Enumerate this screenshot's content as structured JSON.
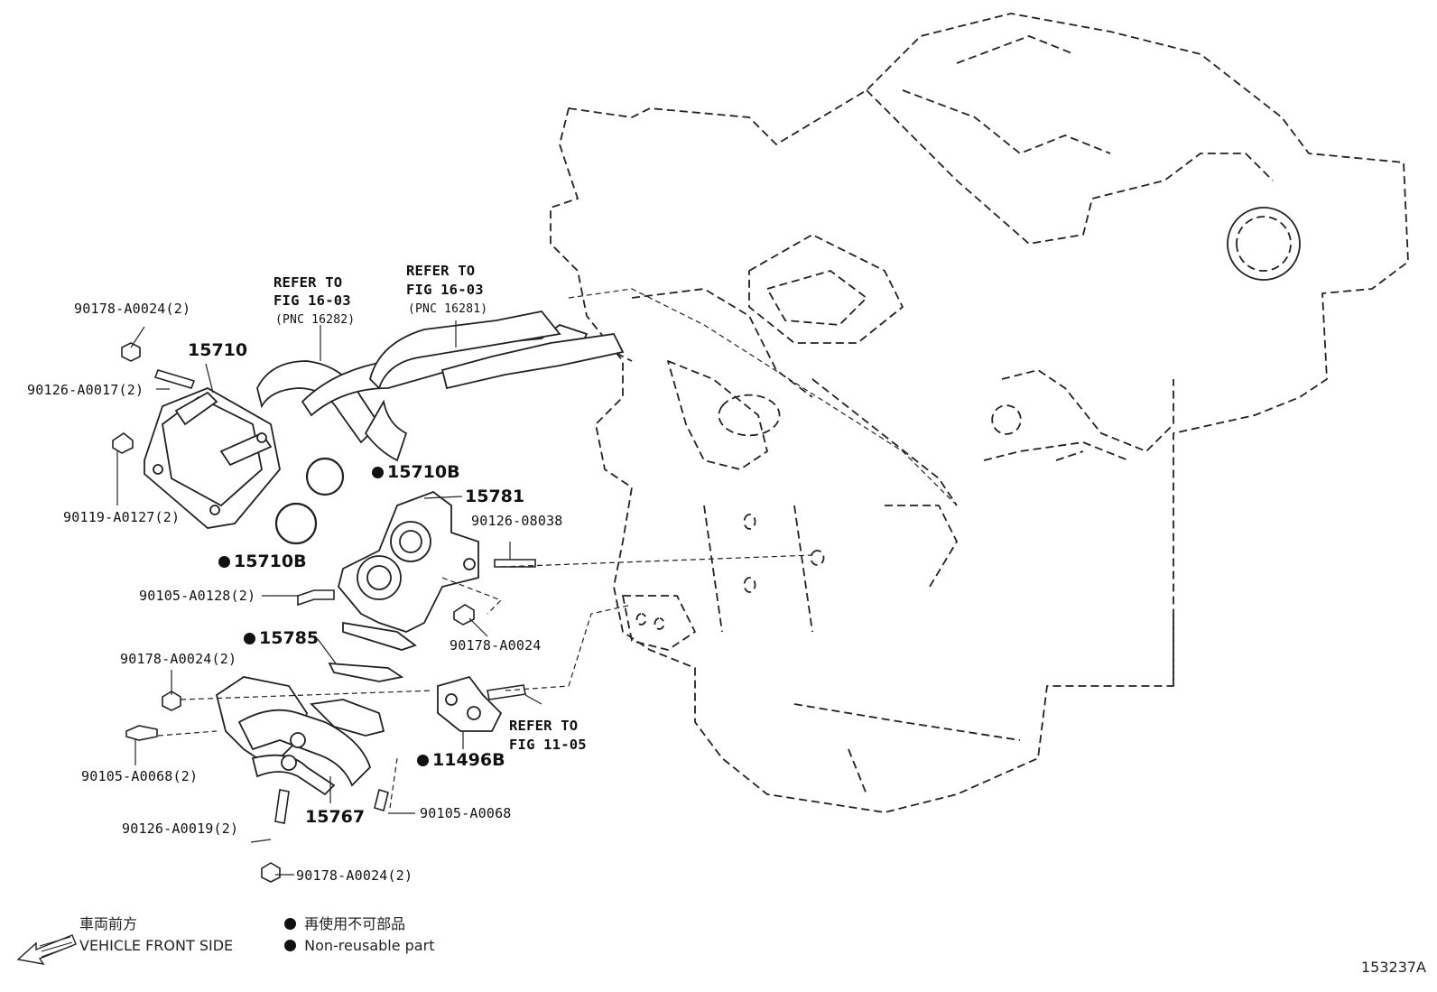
{
  "labels": {
    "p90178_a0024_2_top": "90178-A0024(2)",
    "p15710": "15710",
    "p90126_a0017_2": "90126-A0017(2)",
    "p90119_a0127_2": "90119-A0127(2)",
    "ref1_line1": "REFER TO",
    "ref1_line2": "FIG 16-03",
    "ref1_line3": "(PNC 16282)",
    "ref2_line1": "REFER TO",
    "ref2_line2": "FIG 16-03",
    "ref2_line3": "(PNC 16281)",
    "p15710b_a": "15710B",
    "p15781": "15781",
    "p90126_08038": "90126-08038",
    "p15710b_b": "15710B",
    "p90105_a0128_2": "90105-A0128(2)",
    "p90178_a0024_mid": "90178-A0024",
    "p15785": "15785",
    "p90178_a0024_2_left": "90178-A0024(2)",
    "p90105_a0068_2": "90105-A0068(2)",
    "ref3_line1": "REFER TO",
    "ref3_line2": "FIG 11-05",
    "p11496b": "11496B",
    "p15767": "15767",
    "p90105_a0068": "90105-A0068",
    "p90126_a0019_2": "90126-A0019(2)",
    "p90178_a0024_2_bottom": "90178-A0024(2)"
  },
  "legend": {
    "front_jp": "車両前方",
    "front_en": "VEHICLE FRONT SIDE",
    "nonreuse_jp": "再使用不可部品",
    "nonreuse_en": "Non-reusable part"
  },
  "figure_id": "153237A"
}
